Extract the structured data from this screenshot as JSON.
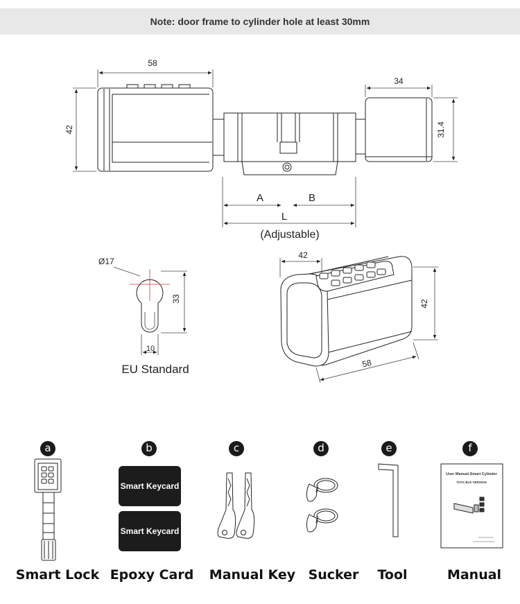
{
  "note": "Note: door frame to cylinder hole at least 30mm",
  "side_view": {
    "width_left": "58",
    "height_left": "42",
    "width_knob": "34",
    "height_knob": "31.4",
    "dim_a": "A",
    "dim_b": "B",
    "dim_l": "L",
    "adjustable": "(Adjustable)"
  },
  "profile_view": {
    "diameter": "Ø17",
    "height": "33",
    "width": "10",
    "standard": "EU Standard"
  },
  "iso_view": {
    "depth": "42",
    "height": "42",
    "width": "58"
  },
  "package": [
    {
      "badge": "a",
      "label": "Smart Lock"
    },
    {
      "badge": "b",
      "label": "Epoxy Card"
    },
    {
      "badge": "c",
      "label": "Manual Key"
    },
    {
      "badge": "d",
      "label": "Sucker"
    },
    {
      "badge": "e",
      "label": "Tool"
    },
    {
      "badge": "f",
      "label": "Manual"
    }
  ],
  "keycards": [
    "Smart Keycard",
    "Smart Keycard"
  ],
  "manual_booklet": {
    "title": "User Manual-Smart Cylinder",
    "subtitle": "TUYA BLE VERSION"
  }
}
